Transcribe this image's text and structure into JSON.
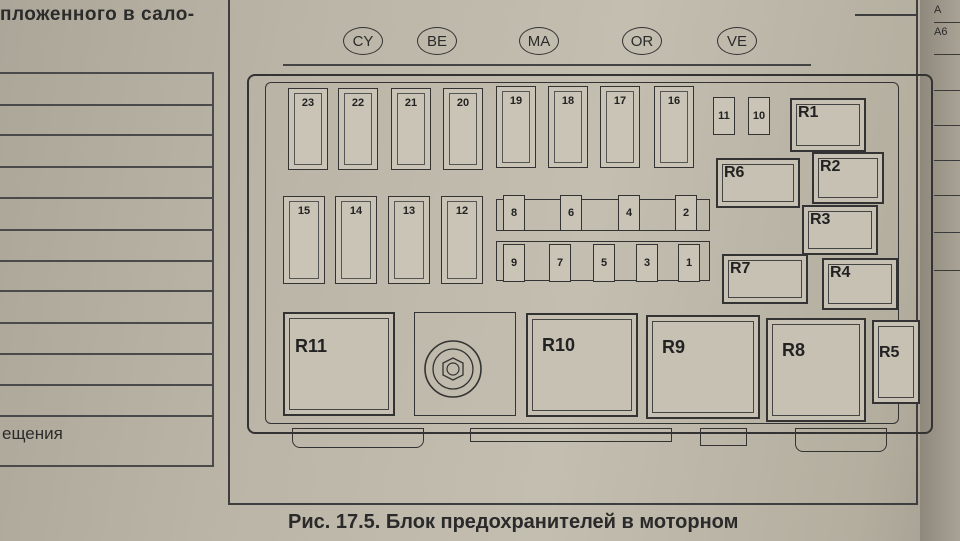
{
  "left_column": {
    "heading": "пложенного в сало-",
    "cell_text": "ещения"
  },
  "caption": "Рис. 17.5. Блок предохранителей в моторном",
  "right_margin": {
    "labels": [
      "A",
      "A6"
    ]
  },
  "connectors": [
    "CY",
    "BE",
    "MA",
    "OR",
    "VE"
  ],
  "fuses_top_row": [
    "23",
    "22",
    "21",
    "20",
    "19",
    "18",
    "17",
    "16"
  ],
  "fuses_small_top": [
    "11",
    "10"
  ],
  "fuses_bottom_row": [
    "15",
    "14",
    "13",
    "12"
  ],
  "minifuses_upper": [
    "8",
    "6",
    "4",
    "2"
  ],
  "minifuses_lower": [
    "9",
    "7",
    "5",
    "3",
    "1"
  ],
  "relays": {
    "r1": "R1",
    "r2": "R2",
    "r3": "R3",
    "r4": "R4",
    "r5": "R5",
    "r6": "R6",
    "r7": "R7",
    "r8": "R8",
    "r9": "R9",
    "r10": "R10",
    "r11": "R11"
  }
}
